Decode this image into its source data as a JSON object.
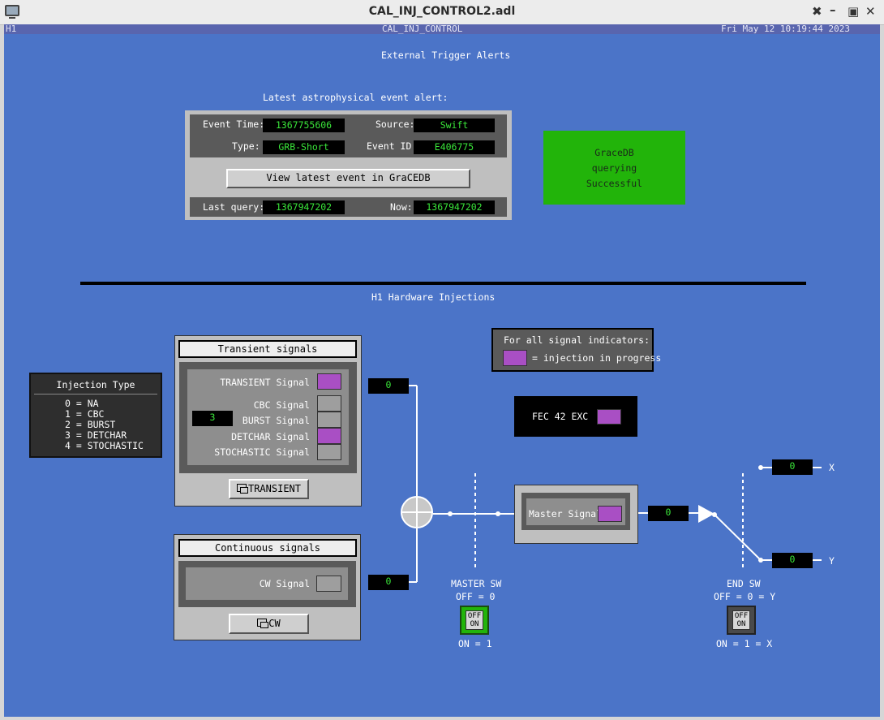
{
  "window": {
    "title": "CAL_INJ_CONTROL2.adl"
  },
  "status": {
    "site": "H1",
    "panel": "CAL_INJ_CONTROL",
    "datetime": "Fri May 12 10:19:44 2023"
  },
  "alerts": {
    "heading": "External Trigger Alerts",
    "latest_label": "Latest astrophysical event alert:",
    "event_time_label": "Event Time:",
    "event_time": "1367755606",
    "source_label": "Source:",
    "source": "Swift",
    "type_label": "Type:",
    "type": "GRB-Short",
    "event_id_label": "Event ID:",
    "event_id": "E406775",
    "view_button": "View latest event in GraCEDB",
    "last_query_label": "Last query:",
    "last_query": "1367947202",
    "now_label": "Now:",
    "now": "1367947202",
    "gracedb_status": [
      "GraceDB",
      "querying",
      "Successful"
    ],
    "gracedb_color": "#22b40a"
  },
  "injections": {
    "heading": "H1 Hardware Injections",
    "injection_type": {
      "title": "Injection Type",
      "items": [
        "0 = NA",
        "1 = CBC",
        "2 = BURST",
        "3 = DETCHAR",
        "4 = STOCHASTIC"
      ]
    },
    "transient": {
      "title": "Transient signals",
      "signals": [
        {
          "label": "TRANSIENT Signal",
          "active": true
        },
        {
          "label": "CBC Signal",
          "active": false
        },
        {
          "label": "BURST Signal",
          "active": false
        },
        {
          "label": "DETCHAR Signal",
          "active": true
        },
        {
          "label": "STOCHASTIC Signal",
          "active": false
        }
      ],
      "type_value": "3",
      "button": "TRANSIENT",
      "output": "0"
    },
    "continuous": {
      "title": "Continuous signals",
      "signal": {
        "label": "CW Signal",
        "active": false
      },
      "button": "CW",
      "output": "0"
    },
    "legend": {
      "title": "For all signal indicators:",
      "text": "= injection in progress",
      "color": "#a94fc4"
    },
    "fec": {
      "label": "FEC 42 EXC",
      "active": true
    },
    "master_signal": {
      "label": "Master Signal",
      "active": true,
      "output": "0"
    },
    "master_sw": {
      "title": "MASTER SW",
      "off": "OFF = 0",
      "on": "ON = 1",
      "btn_off": "OFF",
      "btn_on": "ON"
    },
    "end_sw": {
      "title": "END SW",
      "off": "OFF = 0 = Y",
      "on": "ON = 1 = X",
      "btn_off": "OFF",
      "btn_on": "ON"
    },
    "out_x": {
      "value": "0",
      "label": "X"
    },
    "out_y": {
      "value": "0",
      "label": "Y"
    }
  }
}
